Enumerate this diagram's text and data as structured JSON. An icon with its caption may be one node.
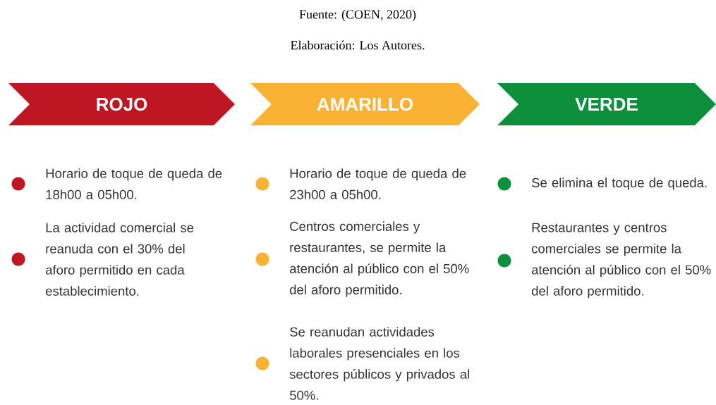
{
  "diagram": {
    "nodes": [
      {
        "text": [
          "ROJO"
        ]
      },
      {
        "text": [
          "AMARILLO"
        ]
      },
      {
        "text": [
          "VERDE"
        ]
      }
    ],
    "labels": [
      "Fuente: (COEN, 2020)",
      "Elaboración: Los Autores.",
      "Horario de toque de queda de 18h00 a 05h00.",
      "La actividad comercial se reanuda con el 30% del aforo permitido en cada establecimiento.",
      "Horario de toque de queda de 23h00 a 05h00.",
      "Centros comerciales y restaurantes, se permite la atención al público con el 50% del aforo permitido.",
      "Se reanudan actividades laborales presenciales en los sectores públicos y privados al 50%.",
      "Se elimina el toque de queda.",
      "Restaurantes y centros comerciales se permite la atención al público con el 50% del aforo permitido."
    ]
  }
}
